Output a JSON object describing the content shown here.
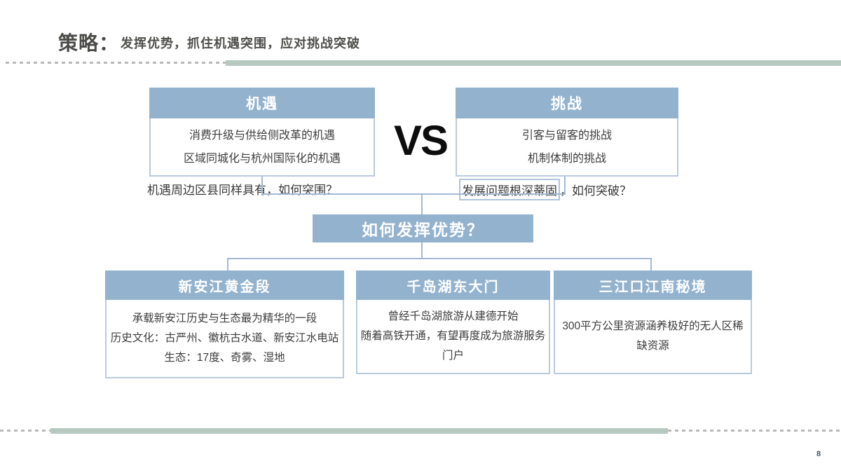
{
  "header": {
    "title": "策略：",
    "subtitle": "发挥优势，抓住机遇突围，应对挑战突破"
  },
  "vs_label": "VS",
  "opportunity_box": {
    "title": "机遇",
    "lines": [
      "消费升级与供给侧改革的机遇",
      "区域同城化与杭州国际化的机遇"
    ]
  },
  "challenge_box": {
    "title": "挑战",
    "lines": [
      "引客与留客的挑战",
      "机制体制的挑战"
    ]
  },
  "captions": {
    "left": "机遇周边区县同样具有，如何突围？",
    "right_boxed": "发展问题根深蒂固",
    "right_rest": "，如何突破？"
  },
  "question_box": {
    "label": "如何发挥优势？"
  },
  "advantage_boxes": [
    {
      "title": "新安江黄金段",
      "lines": [
        "承载新安江历史与生态最为精华的一段",
        "历史文化：古严州、徽杭古水道、新安江水电站",
        "生态：17度、奇雾、湿地"
      ]
    },
    {
      "title": "千岛湖东大门",
      "lines": [
        "曾经千岛湖旅游从建德开始",
        "随着高铁开通，有望再度成为旅游服务",
        "门户"
      ]
    },
    {
      "title": "三江口江南秘境",
      "lines": [
        "300平方公里资源涵养极好的无人区稀",
        "缺资源"
      ]
    }
  ],
  "page_number": "8",
  "colors": {
    "header_fill": "#93b2ce",
    "body_border": "#b9cade",
    "connector": "#a3b9d3",
    "divider_green": "#b6c9c0",
    "divider_dash": "#b9b9b9",
    "title_text": "#4a4a47"
  }
}
